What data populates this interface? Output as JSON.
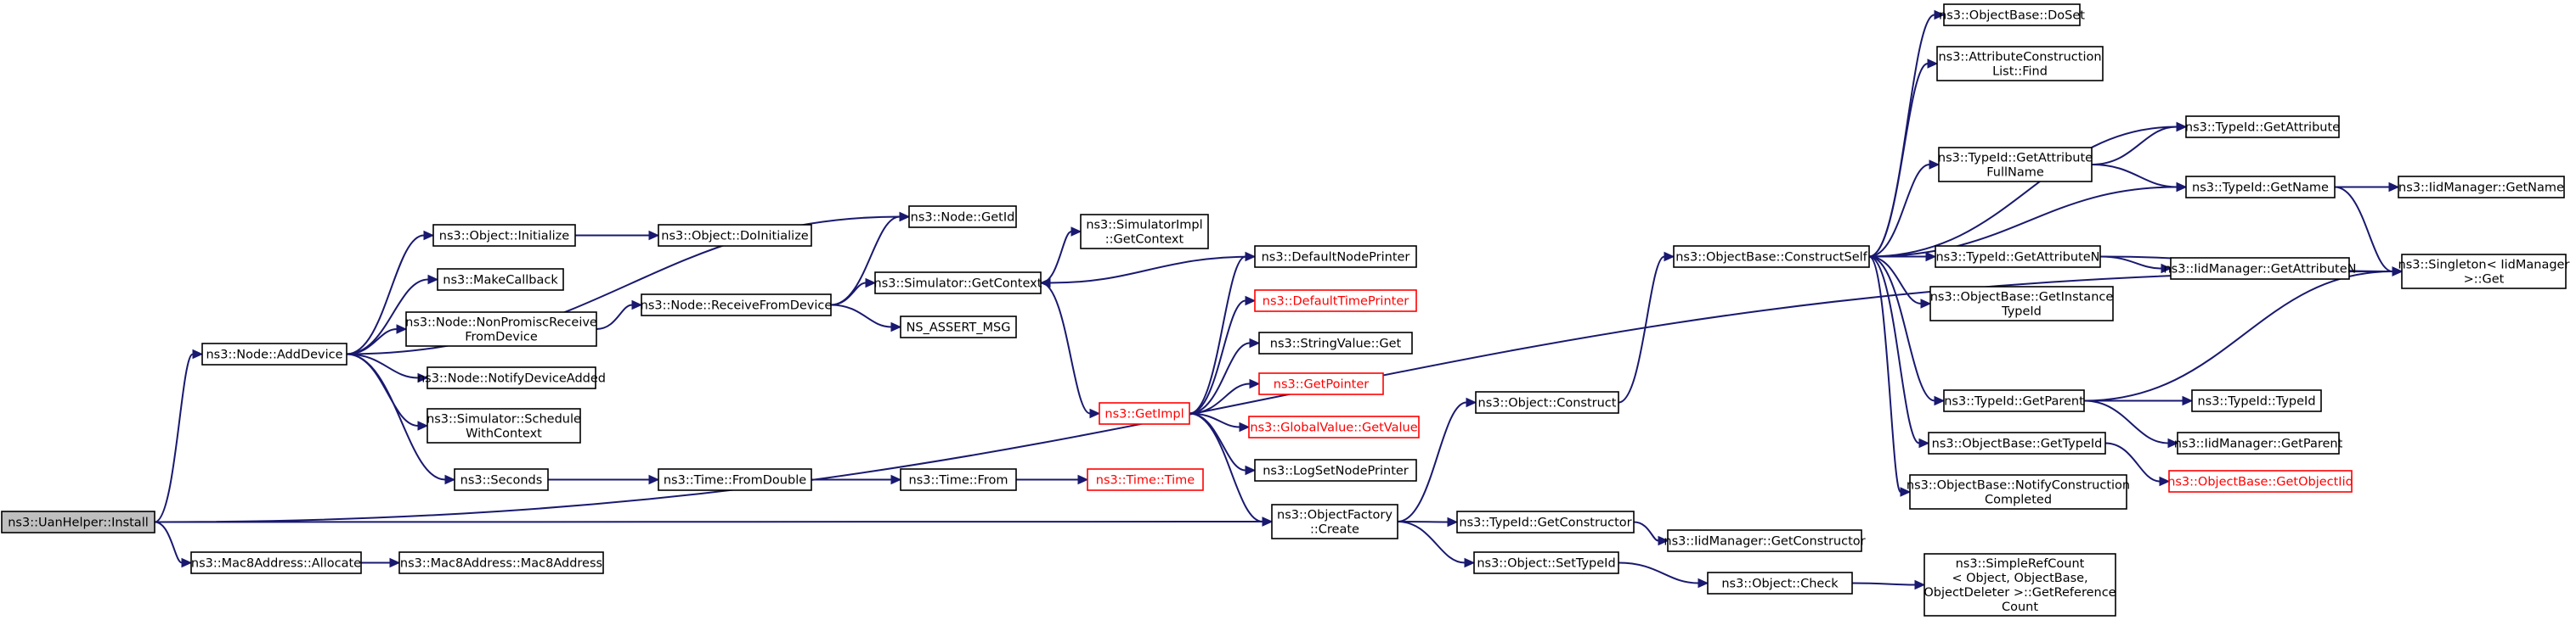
{
  "graph": {
    "edge_color": "#191970",
    "undocumented_color": "#ff0000",
    "root_fill": "#bfbfbf",
    "nodes": [
      {
        "id": "install",
        "lines": [
          "ns3::UanHelper::Install"
        ],
        "root": true
      },
      {
        "id": "adddevice",
        "lines": [
          "ns3::Node::AddDevice"
        ]
      },
      {
        "id": "mac8alloc",
        "lines": [
          "ns3::Mac8Address::Allocate"
        ]
      },
      {
        "id": "mac8ctor",
        "lines": [
          "ns3::Mac8Address::Mac8Address"
        ]
      },
      {
        "id": "nodegetid",
        "lines": [
          "ns3::Node::GetId"
        ]
      },
      {
        "id": "objinit",
        "lines": [
          "ns3::Object::Initialize"
        ]
      },
      {
        "id": "objdoinit",
        "lines": [
          "ns3::Object::DoInitialize"
        ]
      },
      {
        "id": "makecb",
        "lines": [
          "ns3::MakeCallback"
        ]
      },
      {
        "id": "nonpromisc",
        "lines": [
          "ns3::Node::NonPromiscReceive",
          "FromDevice"
        ]
      },
      {
        "id": "recvfromdev",
        "lines": [
          "ns3::Node::ReceiveFromDevice"
        ]
      },
      {
        "id": "notifyadded",
        "lines": [
          "ns3::Node::NotifyDeviceAdded"
        ]
      },
      {
        "id": "schedctx",
        "lines": [
          "ns3::Simulator::Schedule",
          "WithContext"
        ]
      },
      {
        "id": "seconds",
        "lines": [
          "ns3::Seconds"
        ]
      },
      {
        "id": "fromdouble",
        "lines": [
          "ns3::Time::FromDouble"
        ]
      },
      {
        "id": "timefrom",
        "lines": [
          "ns3::Time::From"
        ]
      },
      {
        "id": "timetime",
        "lines": [
          "ns3::Time::Time"
        ],
        "undoc": true
      },
      {
        "id": "simgetctx",
        "lines": [
          "ns3::Simulator::GetContext"
        ]
      },
      {
        "id": "nsassert",
        "lines": [
          "NS_ASSERT_MSG"
        ]
      },
      {
        "id": "simimplgetctx",
        "lines": [
          "ns3::SimulatorImpl",
          "::GetContext"
        ]
      },
      {
        "id": "defnodeprinter",
        "lines": [
          "ns3::DefaultNodePrinter"
        ]
      },
      {
        "id": "getimpl",
        "lines": [
          "ns3::GetImpl"
        ],
        "undoc": true
      },
      {
        "id": "deftimeprinter",
        "lines": [
          "ns3::DefaultTimePrinter"
        ],
        "undoc": true
      },
      {
        "id": "strvalget",
        "lines": [
          "ns3::StringValue::Get"
        ]
      },
      {
        "id": "getpointer",
        "lines": [
          "ns3::GetPointer"
        ],
        "undoc": true
      },
      {
        "id": "globalvalget",
        "lines": [
          "ns3::GlobalValue::GetValue"
        ],
        "undoc": true
      },
      {
        "id": "logsetnode",
        "lines": [
          "ns3::LogSetNodePrinter"
        ]
      },
      {
        "id": "objfactcreate",
        "lines": [
          "ns3::ObjectFactory",
          "::Create"
        ]
      },
      {
        "id": "objconstruct",
        "lines": [
          "ns3::Object::Construct"
        ]
      },
      {
        "id": "typeidgetctor",
        "lines": [
          "ns3::TypeId::GetConstructor"
        ]
      },
      {
        "id": "objsettypeid",
        "lines": [
          "ns3::Object::SetTypeId"
        ]
      },
      {
        "id": "iidgetctor",
        "lines": [
          "ns3::IidManager::GetConstructor"
        ]
      },
      {
        "id": "objcheck",
        "lines": [
          "ns3::Object::Check"
        ]
      },
      {
        "id": "simplerefcount",
        "lines": [
          "ns3::SimpleRefCount",
          "< Object, ObjectBase,",
          "ObjectDeleter >::GetReference",
          "Count"
        ]
      },
      {
        "id": "constructself",
        "lines": [
          "ns3::ObjectBase::ConstructSelf"
        ]
      },
      {
        "id": "doset",
        "lines": [
          "ns3::ObjectBase::DoSet"
        ]
      },
      {
        "id": "attrlistfind",
        "lines": [
          "ns3::AttributeConstruction",
          "List::Find"
        ]
      },
      {
        "id": "getattrfullname",
        "lines": [
          "ns3::TypeId::GetAttribute",
          "FullName"
        ]
      },
      {
        "id": "getattrn",
        "lines": [
          "ns3::TypeId::GetAttributeN"
        ]
      },
      {
        "id": "getinsttypeid",
        "lines": [
          "ns3::ObjectBase::GetInstance",
          "TypeId"
        ]
      },
      {
        "id": "getparent",
        "lines": [
          "ns3::TypeId::GetParent"
        ]
      },
      {
        "id": "obgettypeid",
        "lines": [
          "ns3::ObjectBase::GetTypeId"
        ]
      },
      {
        "id": "notifyconstr",
        "lines": [
          "ns3::ObjectBase::NotifyConstruction",
          "Completed"
        ]
      },
      {
        "id": "getattribute",
        "lines": [
          "ns3::TypeId::GetAttribute"
        ]
      },
      {
        "id": "typeidgetname",
        "lines": [
          "ns3::TypeId::GetName"
        ]
      },
      {
        "id": "iidgetattrn",
        "lines": [
          "ns3::IidManager::GetAttributeN"
        ]
      },
      {
        "id": "typeidtypeid",
        "lines": [
          "ns3::TypeId::TypeId"
        ]
      },
      {
        "id": "iidgetparent",
        "lines": [
          "ns3::IidManager::GetParent"
        ]
      },
      {
        "id": "getobjectiid",
        "lines": [
          "ns3::ObjectBase::GetObjectIid"
        ],
        "undoc": true
      },
      {
        "id": "iidgetname",
        "lines": [
          "ns3::IidManager::GetName"
        ]
      },
      {
        "id": "singletonget",
        "lines": [
          "ns3::Singleton< IidManager",
          ">::Get"
        ]
      }
    ],
    "edges": [
      [
        "install",
        "adddevice"
      ],
      [
        "install",
        "mac8alloc"
      ],
      [
        "install",
        "objfactcreate"
      ],
      [
        "install",
        "singletonget"
      ],
      [
        "mac8alloc",
        "mac8ctor"
      ],
      [
        "adddevice",
        "nodegetid"
      ],
      [
        "adddevice",
        "objinit"
      ],
      [
        "adddevice",
        "makecb"
      ],
      [
        "adddevice",
        "nonpromisc"
      ],
      [
        "adddevice",
        "notifyadded"
      ],
      [
        "adddevice",
        "schedctx"
      ],
      [
        "adddevice",
        "seconds"
      ],
      [
        "objinit",
        "objdoinit"
      ],
      [
        "nonpromisc",
        "recvfromdev"
      ],
      [
        "recvfromdev",
        "nodegetid"
      ],
      [
        "recvfromdev",
        "simgetctx"
      ],
      [
        "recvfromdev",
        "nsassert"
      ],
      [
        "seconds",
        "fromdouble"
      ],
      [
        "fromdouble",
        "timefrom"
      ],
      [
        "timefrom",
        "timetime"
      ],
      [
        "simgetctx",
        "simimplgetctx"
      ],
      [
        "simgetctx",
        "getimpl"
      ],
      [
        "defnodeprinter",
        "simgetctx"
      ],
      [
        "getimpl",
        "defnodeprinter"
      ],
      [
        "getimpl",
        "deftimeprinter"
      ],
      [
        "getimpl",
        "strvalget"
      ],
      [
        "getimpl",
        "getpointer"
      ],
      [
        "getimpl",
        "globalvalget"
      ],
      [
        "getimpl",
        "logsetnode"
      ],
      [
        "getimpl",
        "objfactcreate"
      ],
      [
        "objfactcreate",
        "objconstruct"
      ],
      [
        "objfactcreate",
        "typeidgetctor"
      ],
      [
        "objfactcreate",
        "objsettypeid"
      ],
      [
        "objconstruct",
        "constructself"
      ],
      [
        "typeidgetctor",
        "iidgetctor"
      ],
      [
        "objsettypeid",
        "objcheck"
      ],
      [
        "objcheck",
        "simplerefcount"
      ],
      [
        "constructself",
        "doset"
      ],
      [
        "constructself",
        "attrlistfind"
      ],
      [
        "constructself",
        "getattribute"
      ],
      [
        "constructself",
        "getattrfullname"
      ],
      [
        "constructself",
        "typeidgetname"
      ],
      [
        "constructself",
        "getattrn"
      ],
      [
        "constructself",
        "getinsttypeid"
      ],
      [
        "constructself",
        "getparent"
      ],
      [
        "constructself",
        "obgettypeid"
      ],
      [
        "constructself",
        "notifyconstr"
      ],
      [
        "getattrfullname",
        "getattribute"
      ],
      [
        "getattrfullname",
        "typeidgetname"
      ],
      [
        "typeidgetname",
        "iidgetname"
      ],
      [
        "typeidgetname",
        "singletonget"
      ],
      [
        "getattrn",
        "iidgetattrn"
      ],
      [
        "getattrn",
        "singletonget"
      ],
      [
        "getparent",
        "singletonget"
      ],
      [
        "getparent",
        "typeidtypeid"
      ],
      [
        "getparent",
        "iidgetparent"
      ],
      [
        "obgettypeid",
        "getobjectiid"
      ]
    ]
  }
}
